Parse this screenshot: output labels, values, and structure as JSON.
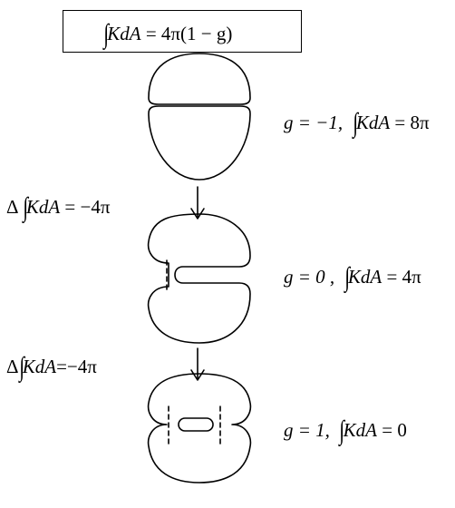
{
  "header_formula": {
    "integral_expr": "KdA",
    "rhs": "= 4π(1 − g)"
  },
  "stages": [
    {
      "g_label": "g = −1,",
      "integral_expr": "KdA",
      "integral_value": "= 8π"
    },
    {
      "g_label": "g = 0 ,",
      "integral_expr": "KdA",
      "integral_value": "= 4π"
    },
    {
      "g_label": "g = 1,",
      "integral_expr": "KdA",
      "integral_value": "= 0"
    }
  ],
  "transitions": [
    {
      "delta": "Δ",
      "integral_expr": "KdA",
      "value": "= −4π"
    },
    {
      "delta": "Δ",
      "integral_expr": "KdA",
      "value": "=−4π"
    }
  ]
}
